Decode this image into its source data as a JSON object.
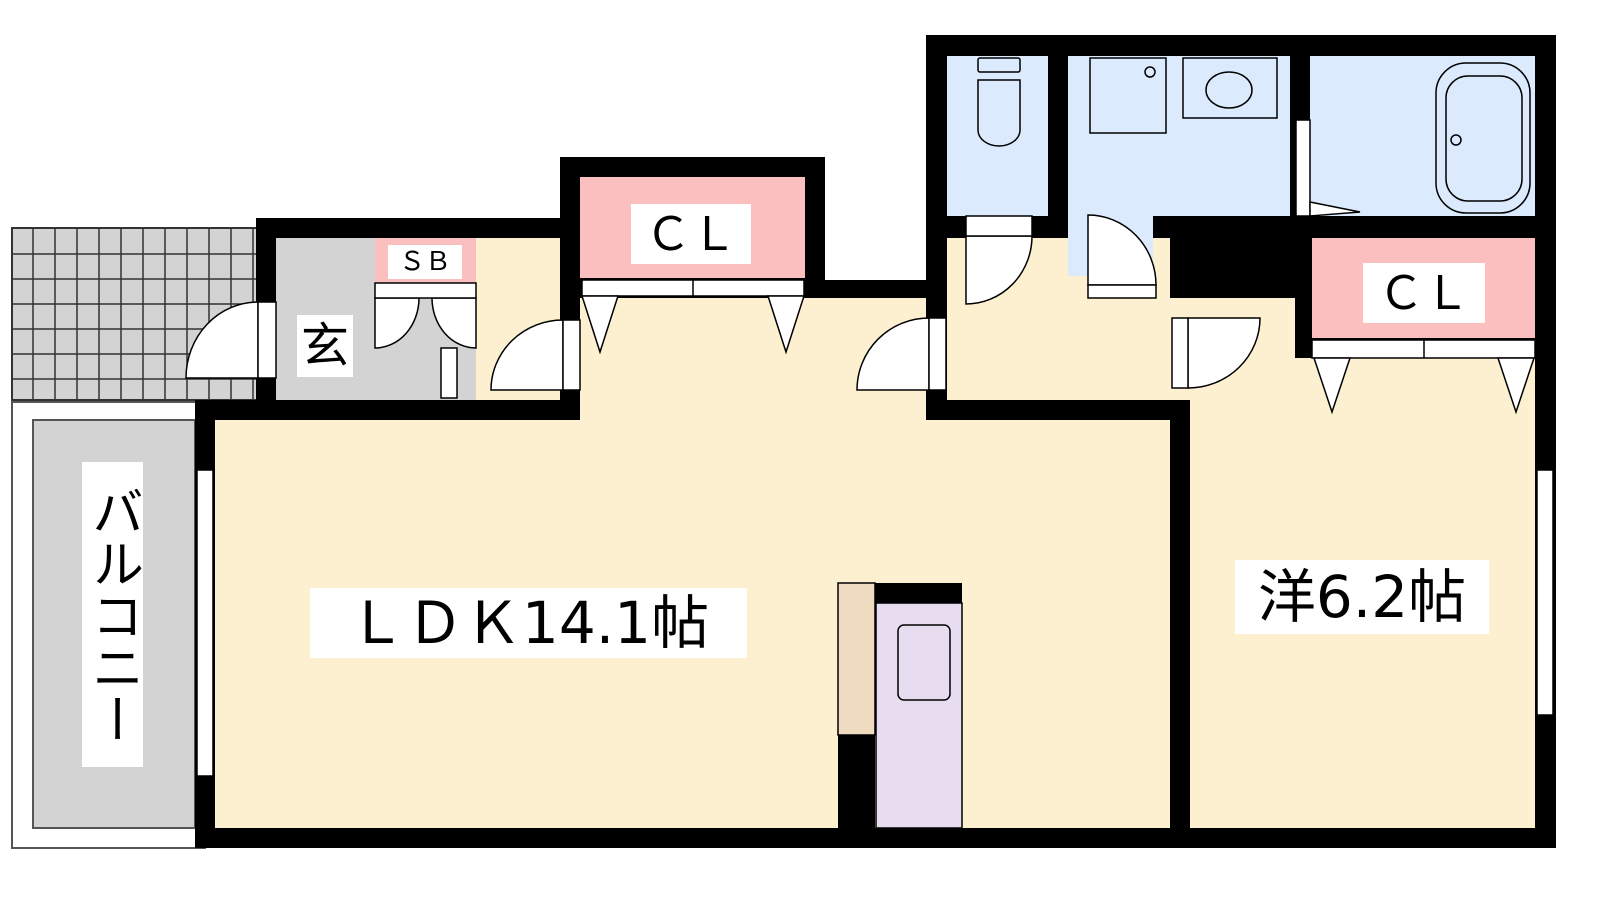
{
  "plan": {
    "rooms": {
      "ldk": "ＬＤＫ14.1帖",
      "western": "洋6.2帖",
      "entrance": "玄",
      "shoe_box": "ＳＢ",
      "closet_top": "ＣＬ",
      "closet_right": "ＣＬ",
      "balcony": "バルコニー"
    },
    "colors": {
      "wall": "#000000",
      "living": "#fdf0d0",
      "wet": "#dbeafd",
      "closet": "#fcbfbf",
      "entrance": "#d3d3d3",
      "kitchen": "#e8dcf0",
      "counter": "#efdcc0"
    }
  }
}
